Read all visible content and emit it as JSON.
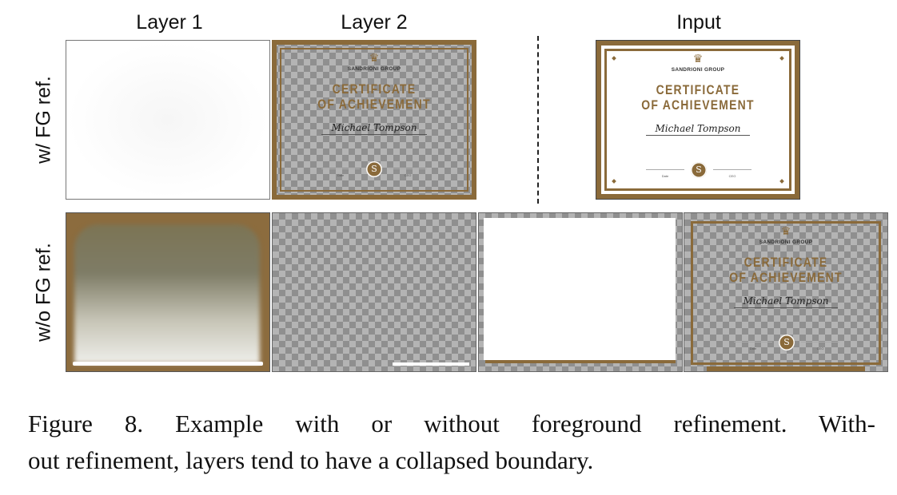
{
  "columns": {
    "layer1": "Layer 1",
    "layer2": "Layer 2",
    "input": "Input"
  },
  "rows": {
    "with_ref": "w/ FG ref.",
    "without_ref": "w/o FG ref."
  },
  "certificate": {
    "org": "SANDRIONI GROUP",
    "title_line1": "CERTIFICATE",
    "title_line2": "OF ACHIEVEMENT",
    "name": "Michael Tompson",
    "seal_letter": "S",
    "date_label": "Date",
    "ceo_label": "CEO"
  },
  "colors": {
    "gold": "#8a6a3a"
  },
  "caption": {
    "line1": "Figure 8. Example with or without foreground refinement. With-",
    "line2": "out refinement, layers tend to have a collapsed boundary."
  }
}
